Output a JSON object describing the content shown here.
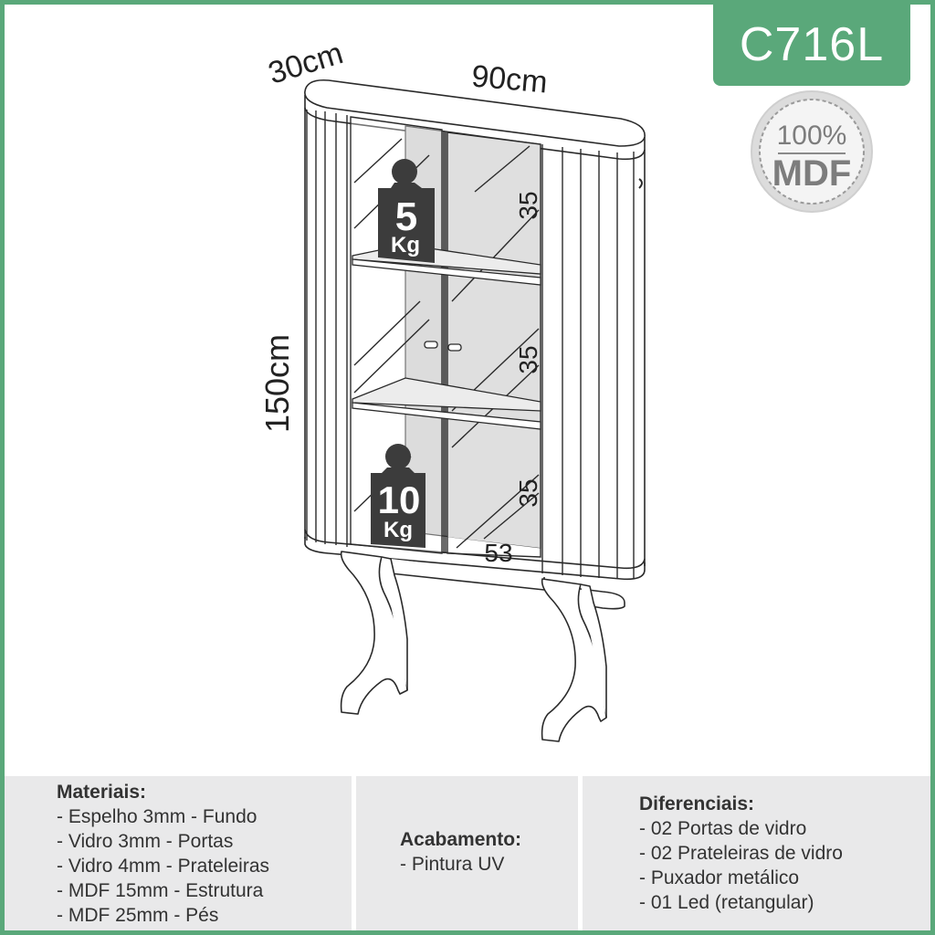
{
  "product": {
    "code": "C716L",
    "mdf_seal": {
      "line1": "100%",
      "line2": "MDF"
    }
  },
  "dimensions": {
    "depth": "30cm",
    "width": "90cm",
    "height": "150cm",
    "shelf_gaps": [
      "35",
      "35",
      "35"
    ],
    "inner_width": "53"
  },
  "weight_limits": {
    "upper": {
      "value": "5",
      "unit": "Kg"
    },
    "lower": {
      "value": "10",
      "unit": "Kg"
    }
  },
  "materials": {
    "title": "Materiais:",
    "items": [
      "- Espelho 3mm - Fundo",
      "- Vidro 3mm - Portas",
      "- Vidro 4mm - Prateleiras",
      "- MDF 15mm - Estrutura",
      "- MDF 25mm - Pés"
    ]
  },
  "finish": {
    "title": "Acabamento:",
    "items": [
      "- Pintura UV"
    ]
  },
  "features": {
    "title": "Diferenciais:",
    "items": [
      "- 02 Portas de vidro",
      "- 02 Prateleiras de vidro",
      "- Puxador metálico",
      "- 01 Led (retangular)"
    ]
  },
  "colors": {
    "brand_green": "#5aa87a",
    "panel_gray": "#e9e9ea",
    "weight_tag": "#3c3c3c",
    "seal_gray": "#8a8a8a"
  }
}
